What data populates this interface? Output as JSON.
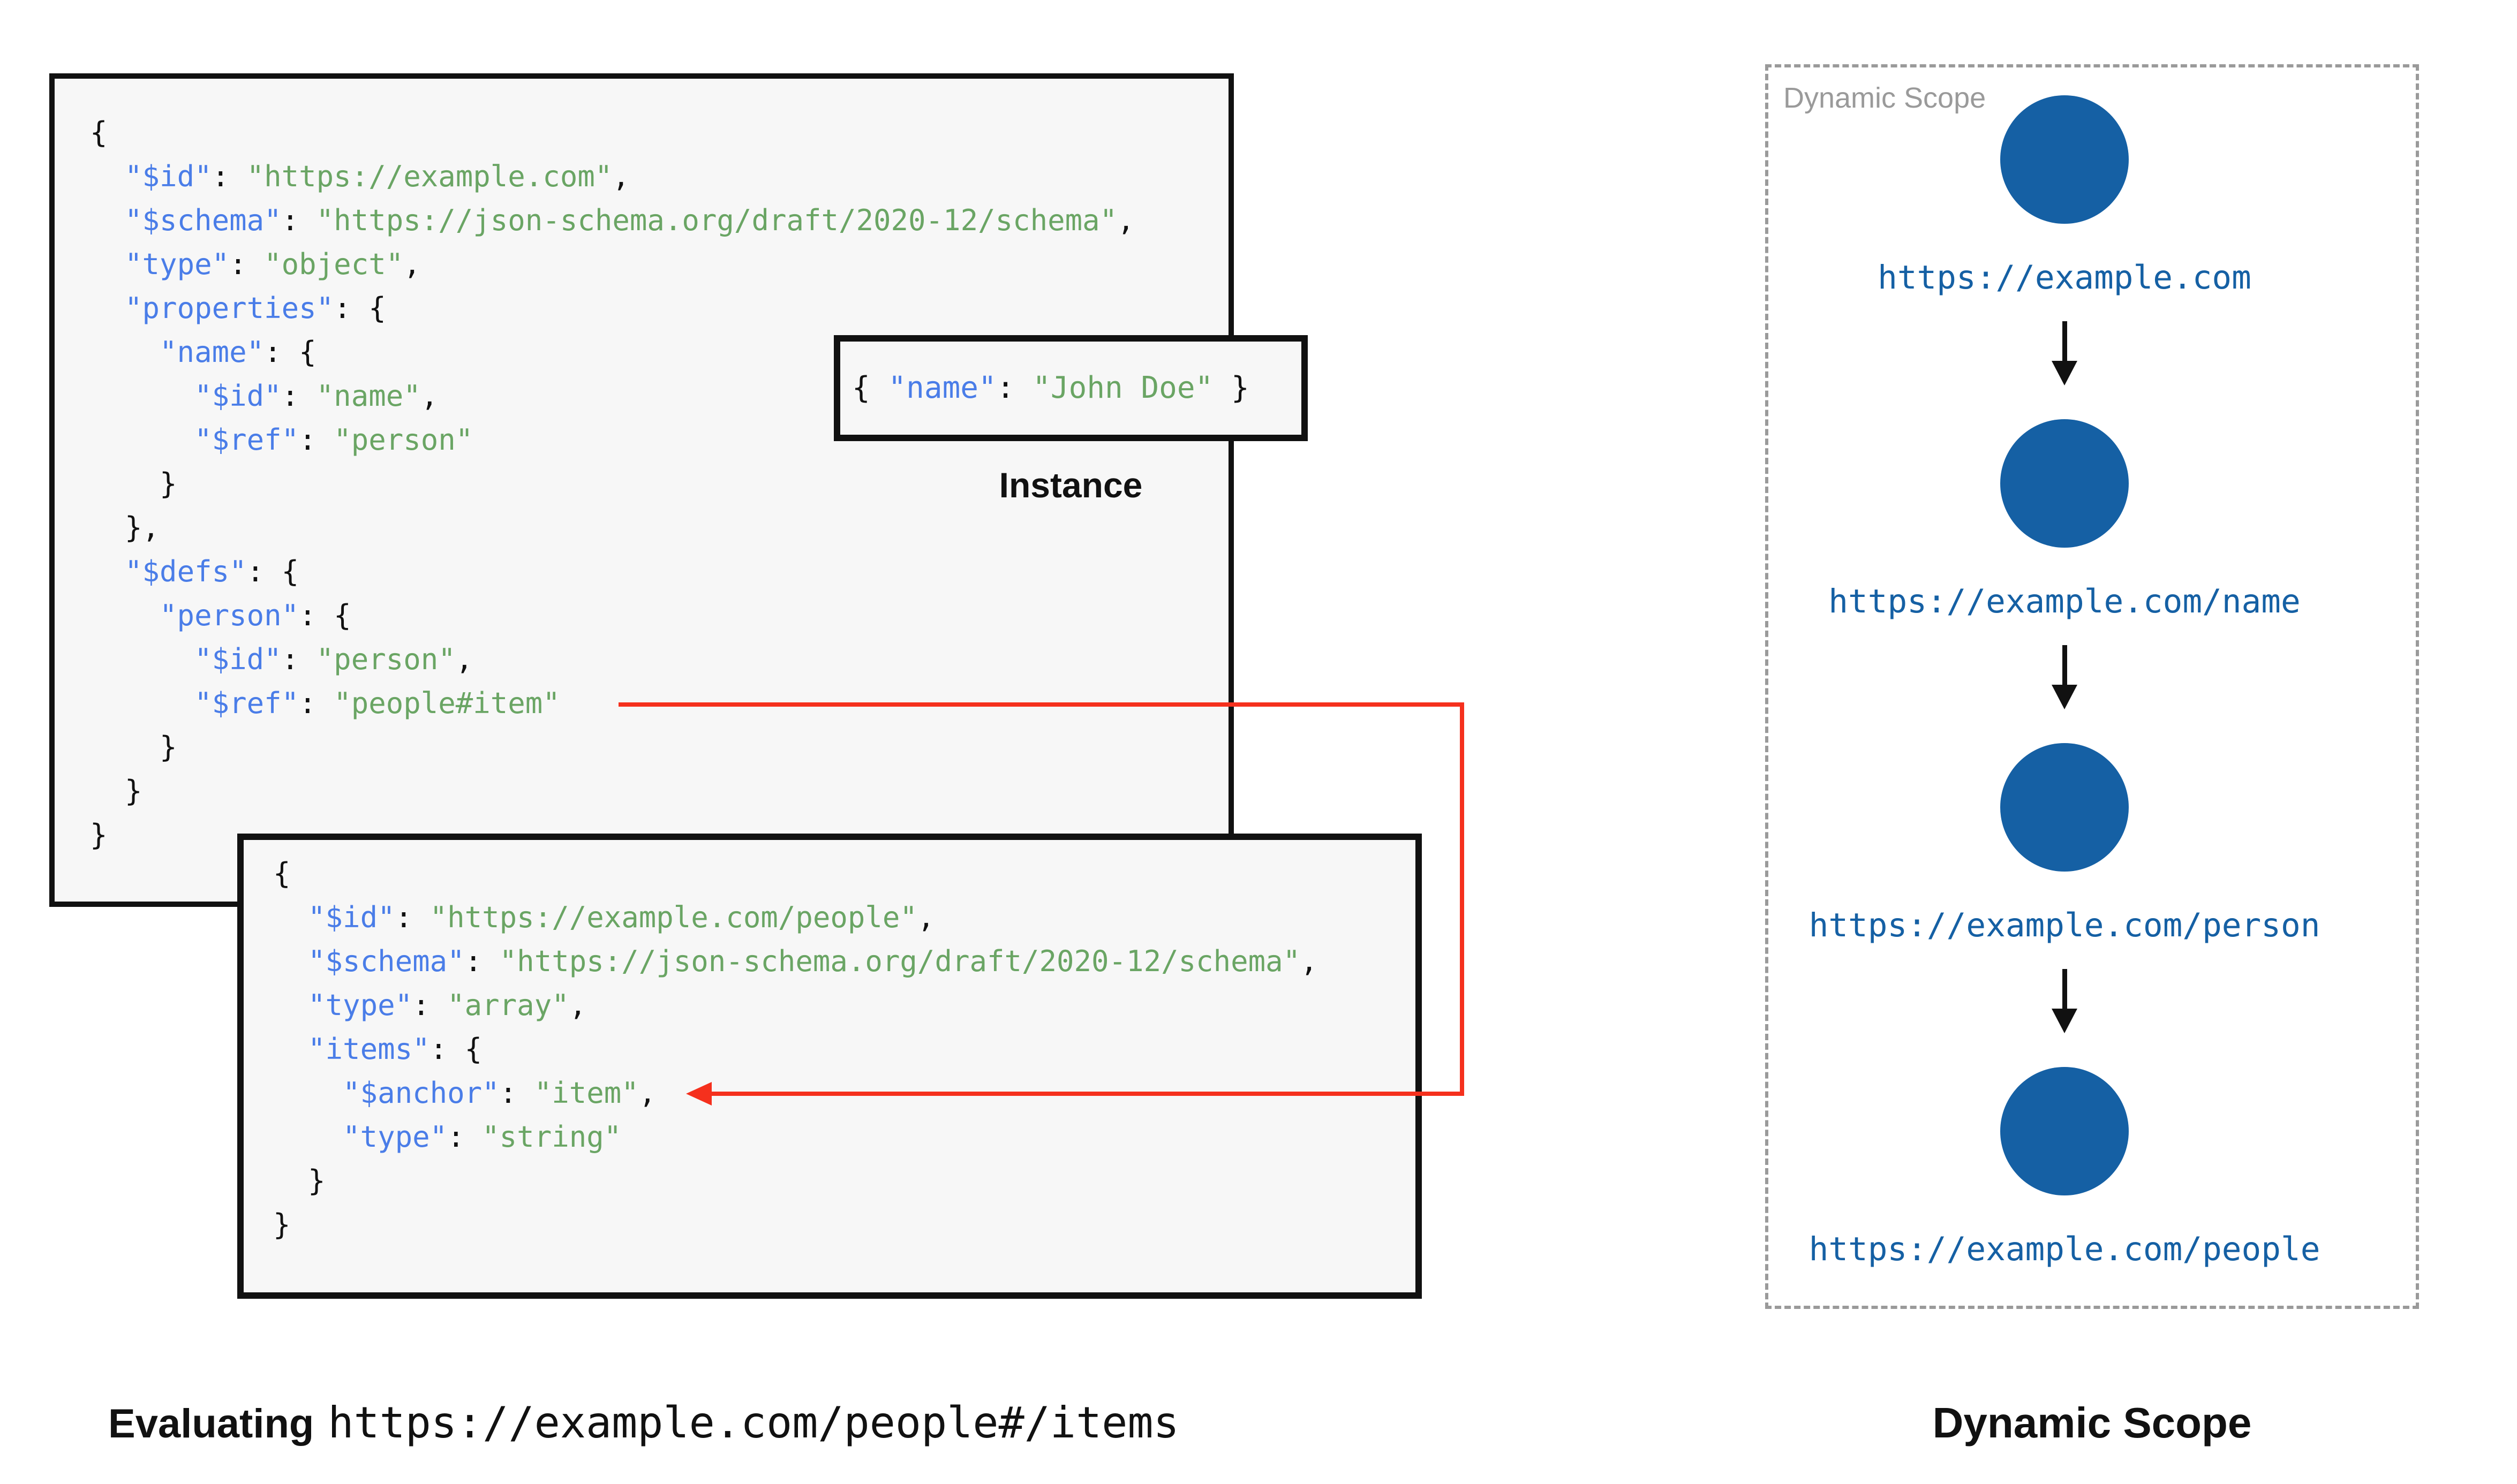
{
  "colors": {
    "key_blue": "#4a7de8",
    "string_green": "#6aa564",
    "node_blue": "#1560a4",
    "arrow_red": "#f5301d",
    "muted_gray": "#9a9a9a",
    "box_bg": "#f7f7f7",
    "ink": "#111111"
  },
  "schema_root": {
    "code_lines": [
      "{",
      "  \"$id\": \"https://example.com\",",
      "  \"$schema\": \"https://json-schema.org/draft/2020-12/schema\",",
      "  \"type\": \"object\",",
      "  \"properties\": {",
      "    \"name\": {",
      "      \"$id\": \"name\",",
      "      \"$ref\": \"person\"",
      "    }",
      "  },",
      "  \"$defs\": {",
      "    \"person\": {",
      "      \"$id\": \"person\",",
      "      \"$ref\": \"people#item\"",
      "    }",
      "  }",
      "}"
    ]
  },
  "instance": {
    "code": "{ \"name\": \"John Doe\" }",
    "label": "Instance"
  },
  "schema_people": {
    "code_lines": [
      "{",
      "  \"$id\": \"https://example.com/people\",",
      "  \"$schema\": \"https://json-schema.org/draft/2020-12/schema\",",
      "  \"type\": \"array\",",
      "  \"items\": {",
      "    \"$anchor\": \"item\",",
      "    \"type\": \"string\"",
      "  }",
      "}"
    ]
  },
  "evaluating_caption": {
    "prefix": "Evaluating",
    "uri": "https://example.com/people#/items"
  },
  "dynamic_scope": {
    "panel_label": "Dynamic Scope",
    "title": "Dynamic Scope",
    "nodes": [
      {
        "uri": "https://example.com"
      },
      {
        "uri": "https://example.com/name"
      },
      {
        "uri": "https://example.com/person"
      },
      {
        "uri": "https://example.com/people"
      }
    ]
  }
}
